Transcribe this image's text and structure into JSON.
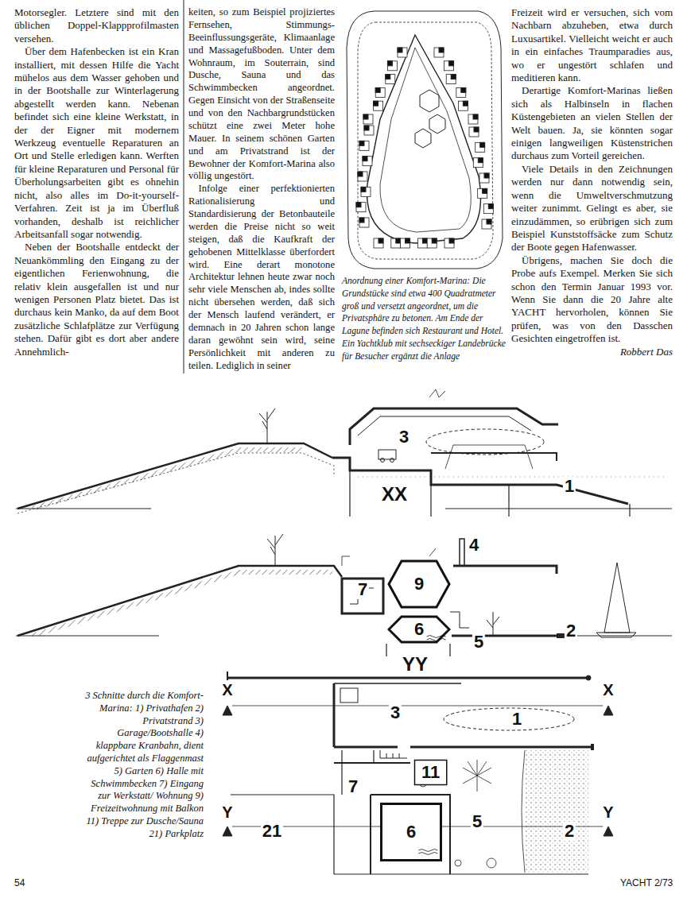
{
  "diagram": {
    "nodes": [
      {
        "text": [
          "9"
        ]
      },
      {
        "text": [
          "6"
        ]
      },
      {
        "text": [
          "11"
        ]
      },
      {
        "text": [
          "6"
        ]
      }
    ],
    "labels": [
      "Motorsegler. Letztere sind mit den üblichen Doppel-Klappprofilmasten versehen.",
      "Über dem Hafenbecken ist ein Kran installiert, mit dessen Hilfe die Yacht mühelos aus dem Wasser gehoben und in der Bootshalle zur Winterlagerung abgestellt werden kann. Nebenan befindet sich eine kleine Werkstatt, in der der Eigner mit modernem Werkzeug eventuelle Reparaturen an Ort und Stelle erledigen kann. Werften für kleine Reparaturen und Personal für Überholungsarbeiten gibt es ohnehin nicht, also alles im Do-it-yourself-Verfahren. Zeit ist ja im Überfluß vorhanden, deshalb ist reichlicher Arbeitsanfall sogar notwendig.",
      "Neben der Bootshalle entdeckt der Neuankömmling den Eingang zu der eigentlichen Ferienwohnung, die relativ klein ausgefallen ist und nur wenigen Personen Platz bietet. Das ist durchaus kein Manko, da auf dem Boot zusätzliche Schlafplätze zur Verfügung stehen. Dafür gibt es dort aber andere Annehmlich-",
      "keiten, so zum Beispiel projiziertes Fernsehen, Stimmungs-Beeinflussungsgeräte, Klimaanlage und Massagefußboden. Unter dem Wohnraum, im Souterrain, sind Dusche, Sauna und das Schwimmbecken angeordnet. Gegen Einsicht von der Straßenseite und von den Nachbargrundstücken schützt eine zwei Meter hohe Mauer. In seinem schönen Garten und am Privatstrand ist der Bewohner der Komfort-Marina also völlig ungestört.",
      "Infolge einer perfektionierten Rationalisierung und Standardisierung der Betonbauteile werden die Preise nicht so weit steigen, daß die Kaufkraft der gehobenen Mittelklasse überfordert wird. Eine derart monotone Architektur lehnen heute zwar noch sehr viele Menschen ab, indes sollte nicht übersehen werden, daß sich der Mensch laufend verändert, er demnach in 20 Jahren schon lange daran gewöhnt sein wird, seine Persönlichkeit mit anderen zu teilen. Lediglich in seiner",
      "Freizeit wird er versuchen, sich vom Nachbarn abzuheben, etwa durch Luxusartikel. Vielleicht weicht er auch in ein einfaches Traumparadies aus, wo er ungestört schlafen und meditieren kann.",
      "Derartige Komfort-Marinas ließen sich als Halbinseln in flachen Küstengebieten an vielen Stellen der Welt bauen. Ja, sie könnten sogar einigen langweiligen Küstenstrichen durchaus zum Vorteil gereichen.",
      "Viele Details in den Zeichnungen werden nur dann notwendig sein, wenn die Umweltverschmutzung weiter zunimmt. Gelingt es aber, sie einzudämmen, so erübrigen sich zum Beispiel Kunststoffsäcke zum Schutz der Boote gegen Hafenwasser.",
      "Übrigens, machen Sie doch die Probe aufs Exempel. Merken Sie sich schon den Termin Januar 1993 vor. Wenn Sie dann die 20 Jahre alte YACHT hervorholen, können Sie prüfen, was von den Dasschen Gesichten eingetroffen ist.",
      "Robbert Das",
      "Anordnung einer Komfort-Marina: Die Grundstücke sind etwa 400 Quadratmeter groß und versetzt angeordnet, um die Privatsphäre zu betonen. Am Ende der Lagune befinden sich Restaurant und Hotel. Ein Yachtklub mit sechseckiger Landebrücke für Besucher ergänzt die Anlage",
      "3 Schnitte durch die Komfort-Marina: 1) Privathafen 2) Privatstrand 3) Garage/Bootshalle 4) klappbare Kranbahn, dient aufgerichtet als Flaggenmast 5) Garten 6) Halle mit Schwimmbecken 7) Eingang zur Werkstatt/ Wohnung 9) Freizeitwohnung mit Balkon 11) Treppe zur Dusche/Sauna 21) Parkplatz",
      "54",
      "YACHT 2/73",
      "3",
      "1",
      "XX",
      "4",
      "7",
      "5",
      "2",
      "YY",
      "X",
      "X",
      "3",
      "1",
      "7",
      "Y",
      "Y",
      "5",
      "2",
      "21"
    ]
  }
}
